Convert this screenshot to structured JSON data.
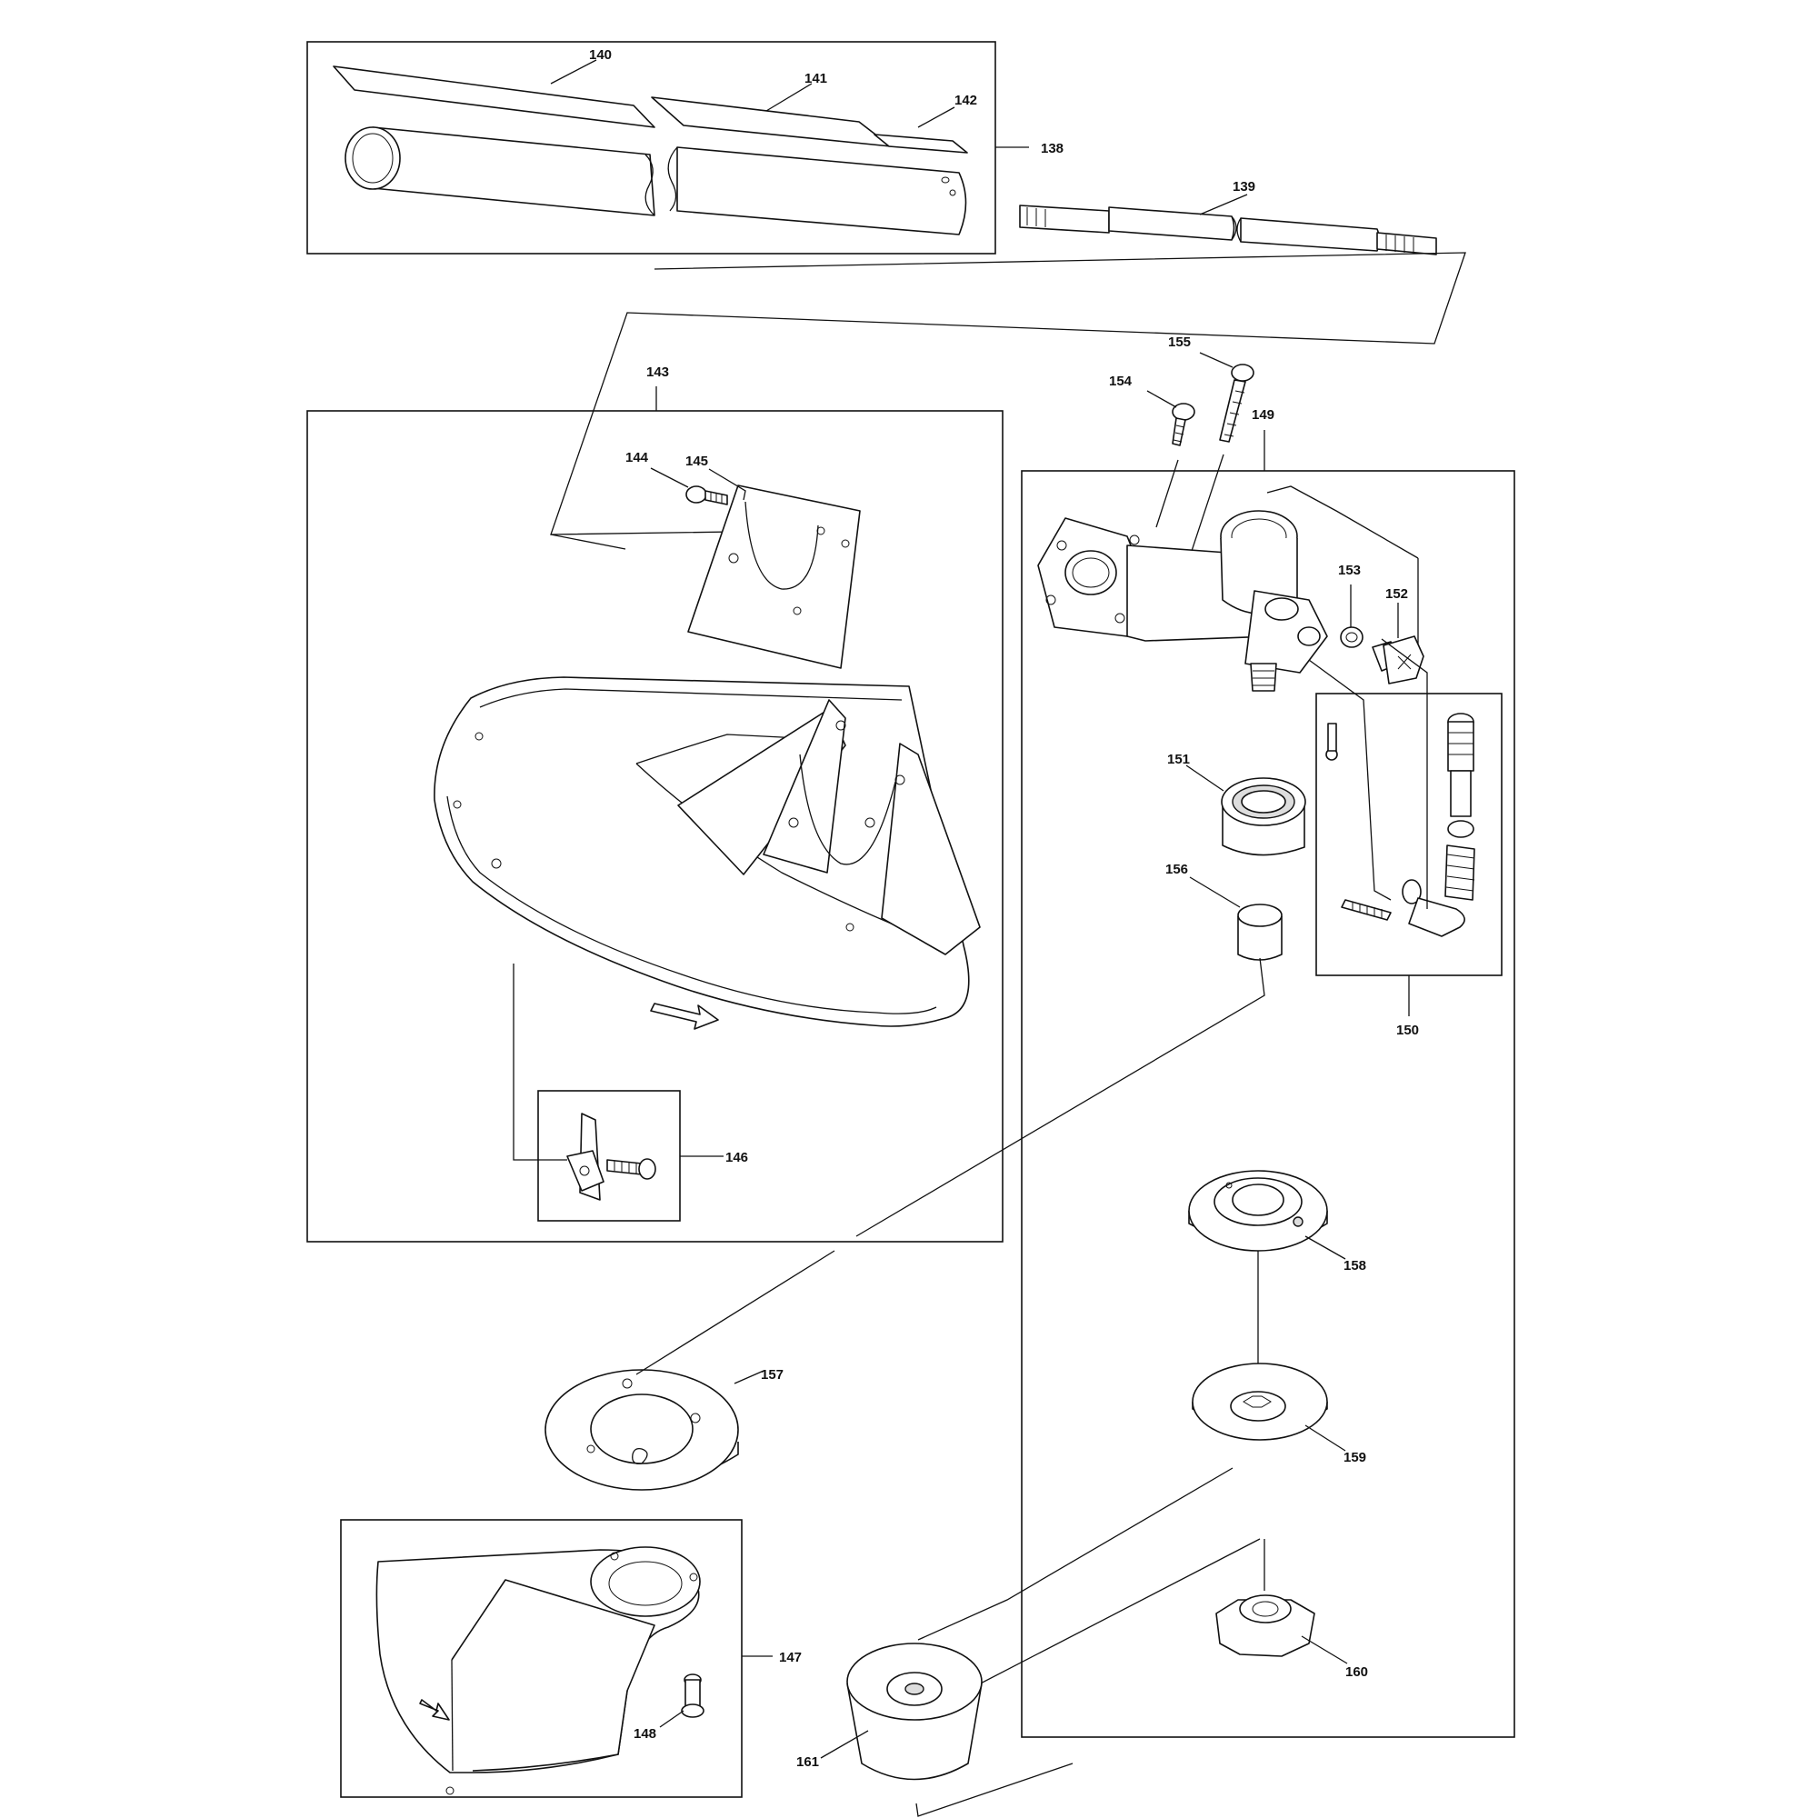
{
  "labels": {
    "p138": "138",
    "p139": "139",
    "p140": "140",
    "p141": "141",
    "p142": "142",
    "p143": "143",
    "p144": "144",
    "p145": "145",
    "p146": "146",
    "p147": "147",
    "p148": "148",
    "p149": "149",
    "p150": "150",
    "p151": "151",
    "p152": "152",
    "p153": "153",
    "p154": "154",
    "p155": "155",
    "p156": "156",
    "p157": "157",
    "p158": "158",
    "p159": "159",
    "p160": "160",
    "p161": "161"
  }
}
